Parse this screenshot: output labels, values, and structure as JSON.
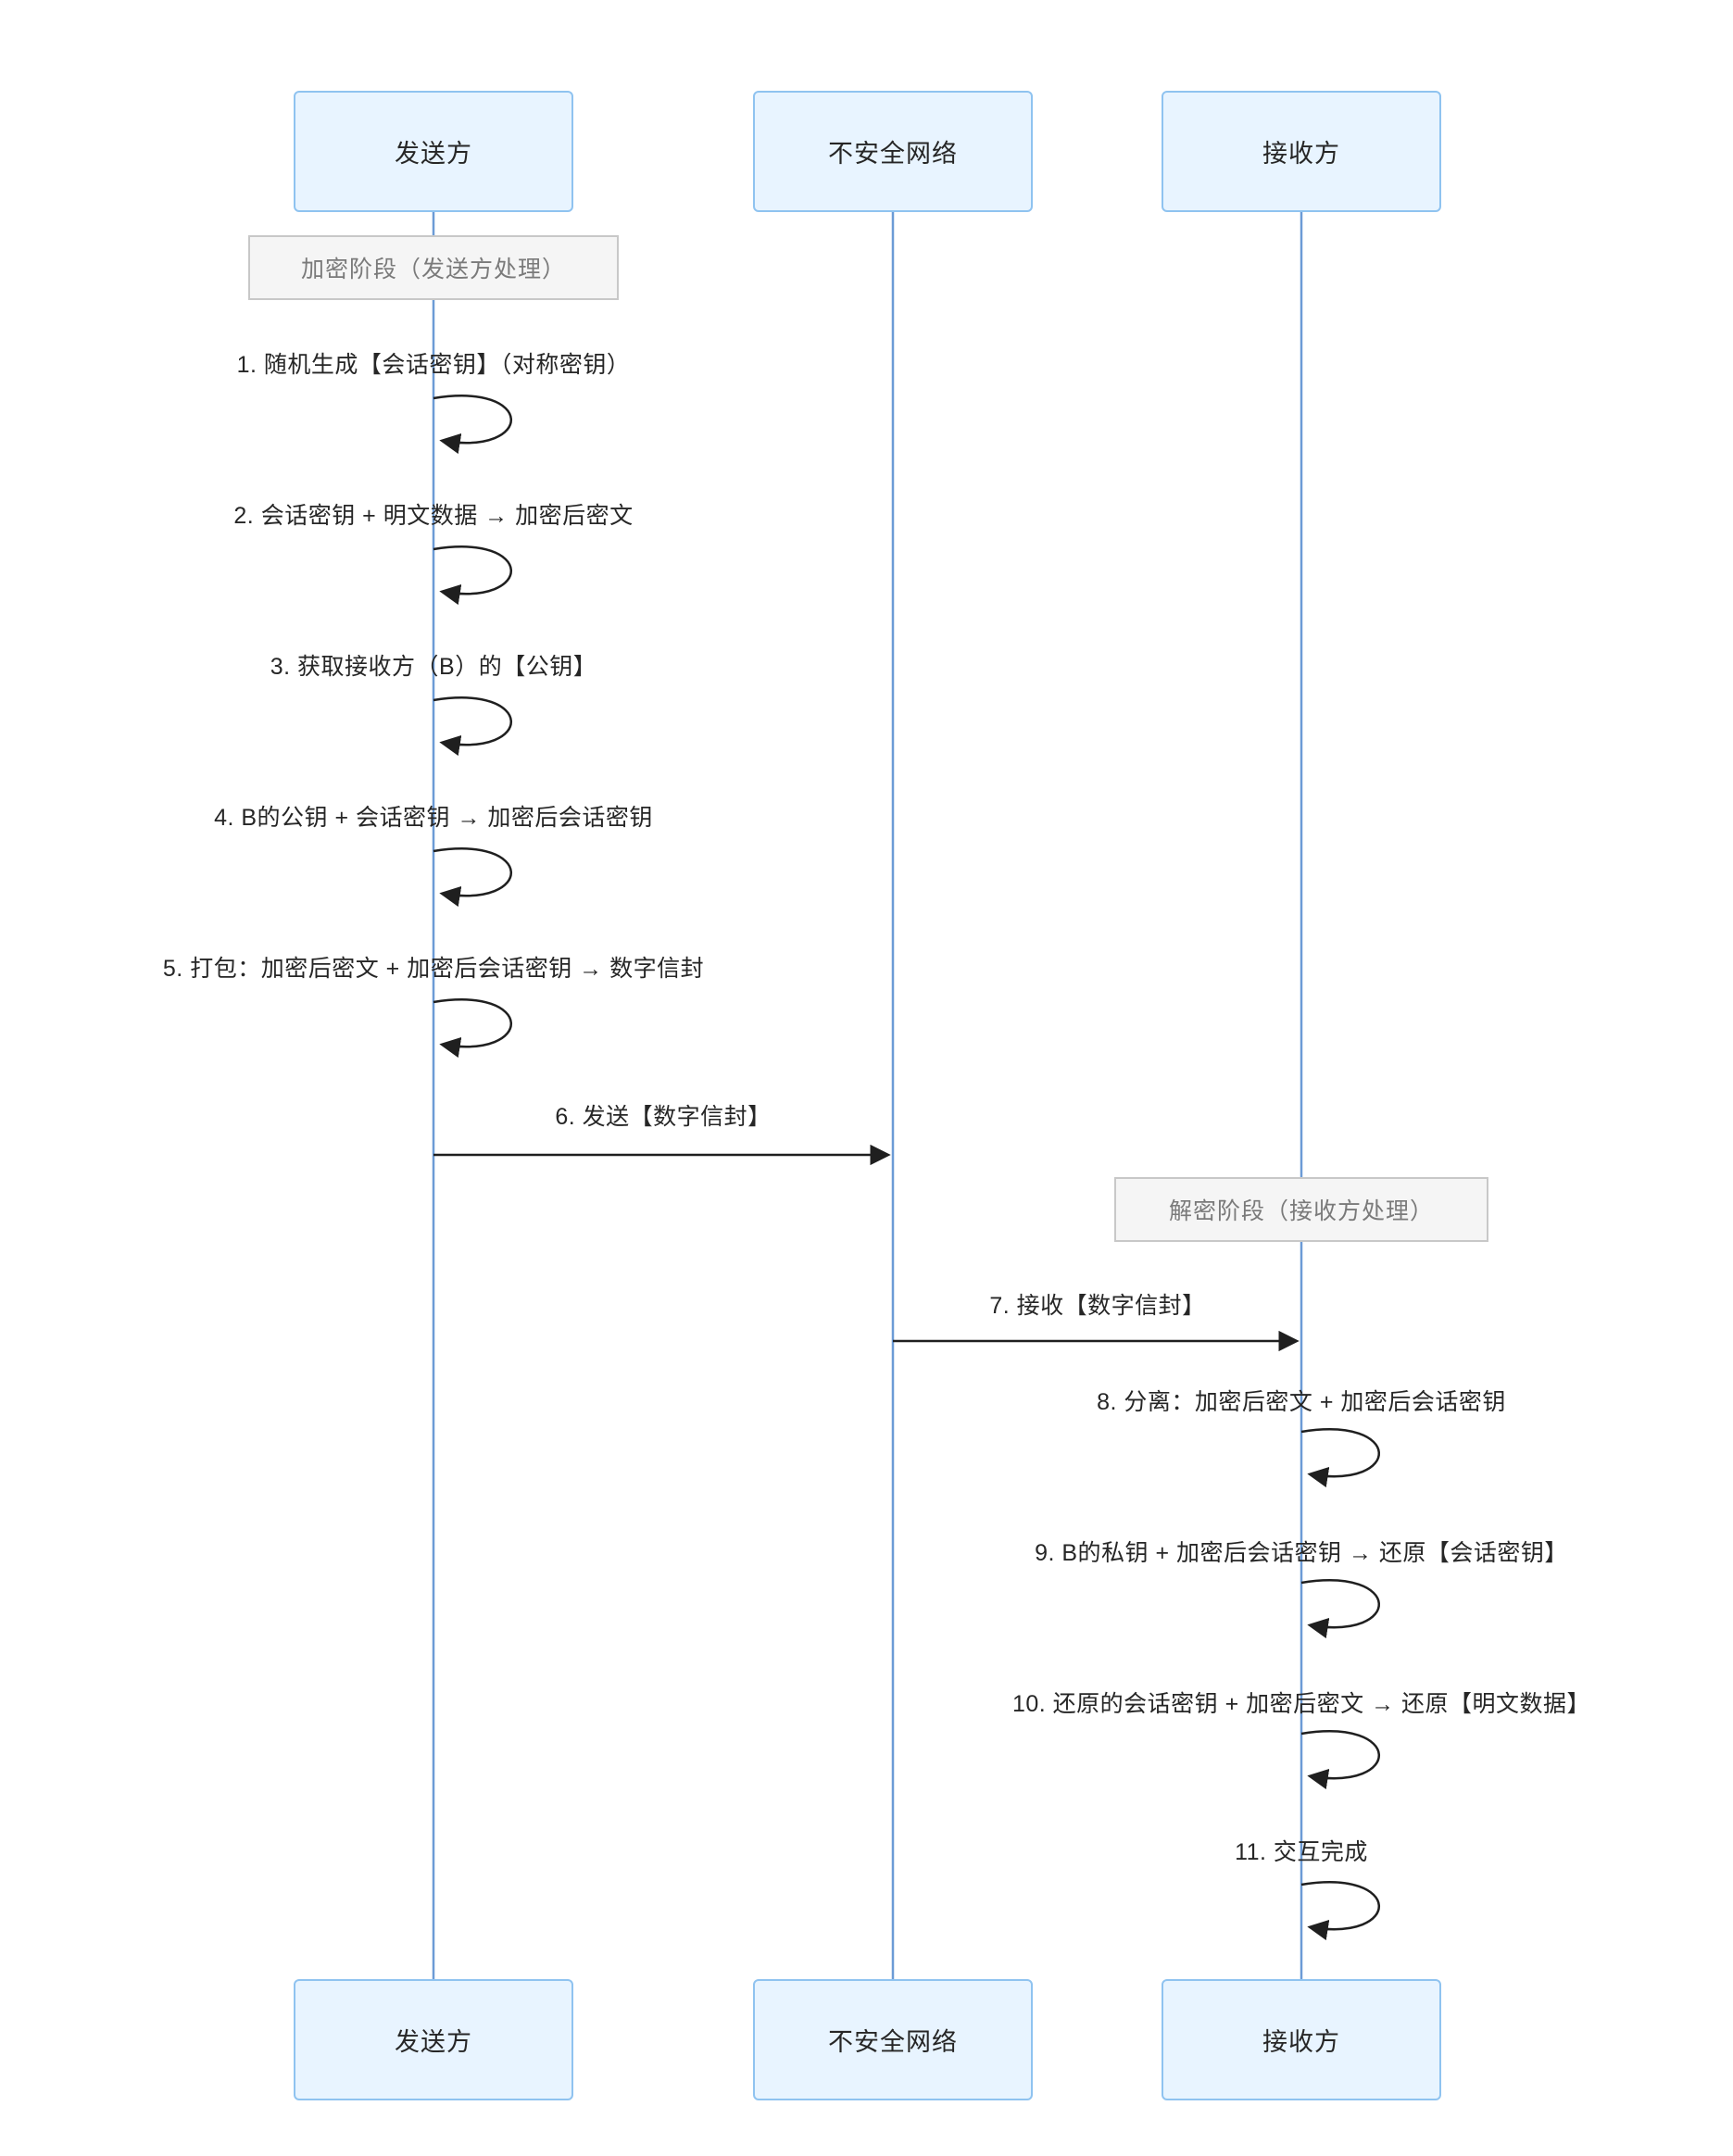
{
  "diagram": {
    "type": "sequence",
    "actors": [
      {
        "id": "sender",
        "name": "发送方"
      },
      {
        "id": "network",
        "name": "不安全网络"
      },
      {
        "id": "receiver",
        "name": "接收方"
      }
    ],
    "notes": [
      {
        "over": "sender",
        "text": "加密阶段（发送方处理）"
      },
      {
        "over": "receiver",
        "text": "解密阶段（接收方处理）"
      }
    ],
    "messages": [
      {
        "kind": "self",
        "actor": "sender",
        "text": "1. 随机生成【会话密钥】（对称密钥）"
      },
      {
        "kind": "self",
        "actor": "sender",
        "text": "2. 会话密钥 + 明文数据 → 加密后密文"
      },
      {
        "kind": "self",
        "actor": "sender",
        "text": "3. 获取接收方（B）的【公钥】"
      },
      {
        "kind": "self",
        "actor": "sender",
        "text": "4. B的公钥 + 会话密钥 → 加密后会话密钥"
      },
      {
        "kind": "self",
        "actor": "sender",
        "text": "5. 打包：加密后密文 + 加密后会话密钥 → 数字信封"
      },
      {
        "kind": "arrow",
        "from": "sender",
        "to": "network",
        "text": "6. 发送【数字信封】"
      },
      {
        "kind": "arrow",
        "from": "network",
        "to": "receiver",
        "text": "7. 接收【数字信封】"
      },
      {
        "kind": "self",
        "actor": "receiver",
        "text": "8. 分离：加密后密文 + 加密后会话密钥"
      },
      {
        "kind": "self",
        "actor": "receiver",
        "text": "9. B的私钥 + 加密后会话密钥 → 还原【会话密钥】"
      },
      {
        "kind": "self",
        "actor": "receiver",
        "text": "10. 还原的会话密钥 + 加密后密文 → 还原【明文数据】"
      },
      {
        "kind": "self",
        "actor": "receiver",
        "text": "11. 交互完成"
      }
    ],
    "colors": {
      "actor_fill": "#E8F4FF",
      "actor_border": "#8FC3F0",
      "lifeline": "#6C9BD6",
      "arrow": "#1F1F1F",
      "note_fill": "#F5F5F5",
      "note_border": "#C8C8C8",
      "note_text": "#7A7A7A",
      "text": "#262626"
    }
  }
}
